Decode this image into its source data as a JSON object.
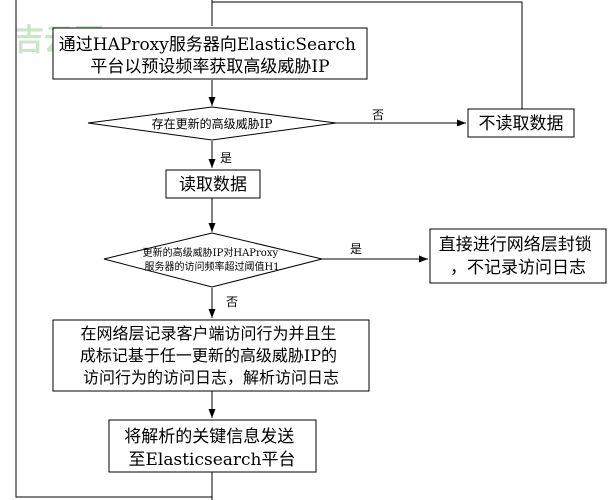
{
  "watermark": "吉云网",
  "nodes": {
    "fetch_step": [
      "通过HAProxy服务器向ElasticSearch",
      "平台以预设频率获取高级威胁IP"
    ],
    "exists_decision": "存在更新的高级威胁IP",
    "no_read": "不读取数据",
    "read_data": "读取数据",
    "threshold_decision": [
      "更新的高级威胁IP对HAProxy",
      "服务器的访问频率超过阈值H1"
    ],
    "block_step": [
      "直接进行网络层封锁",
      "，不记录访问日志"
    ],
    "log_step": [
      "在网络层记录客户端访问行为并且生",
      "成标记基于任一更新的高级威胁IP的",
      "访问行为的访问日志，解析访问日志"
    ],
    "send_step": [
      "将解析的关键信息发送",
      "至Elasticsearch平台"
    ]
  },
  "edge_labels": {
    "exists_no": "否",
    "exists_yes": "是",
    "threshold_yes": "是",
    "threshold_no": "否"
  }
}
